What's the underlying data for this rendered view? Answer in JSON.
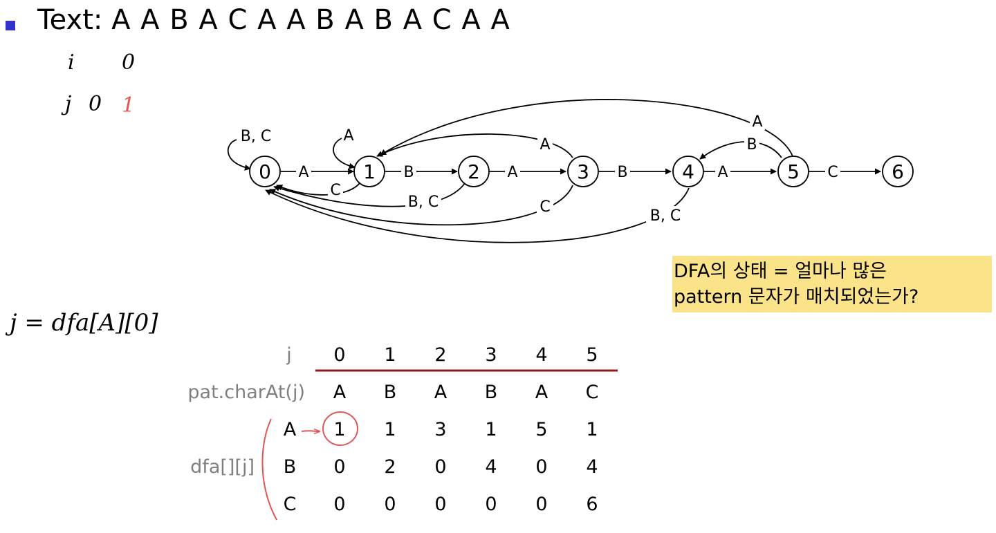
{
  "header": {
    "label": "Text:",
    "sequence": "A A B A C A A B A B A C A A"
  },
  "handwriting": {
    "i_label": "i",
    "i_value": "0",
    "j_label": "j",
    "j_value_old": "0",
    "j_value_new": "1",
    "formula": "j = dfa[A][0]"
  },
  "dfa": {
    "states": [
      "0",
      "1",
      "2",
      "3",
      "4",
      "5",
      "6"
    ],
    "edges": {
      "e01": "A",
      "e12": "B",
      "e23": "A",
      "e34": "B",
      "e45": "A",
      "e56": "C",
      "loop0": "B, C",
      "loop1": "A",
      "back10": "C",
      "back20": "B, C",
      "back30": "C",
      "back40": "B, C",
      "back31": "A",
      "back51": "A",
      "back54": "B"
    }
  },
  "callout": {
    "line1_prefix": "DFA",
    "line1_rest": "의 상태 = 얼마나 많은",
    "line2_prefix": "pattern",
    "line2_rest": " 문자가 매치되었는가?"
  },
  "table": {
    "j_label": "j",
    "j_values": [
      "0",
      "1",
      "2",
      "3",
      "4",
      "5"
    ],
    "pat_label": "pat.charAt(j)",
    "pat_values": [
      "A",
      "B",
      "A",
      "B",
      "A",
      "C"
    ],
    "dfa_label": "dfa[][j]",
    "rows": [
      {
        "char": "A",
        "values": [
          "1",
          "1",
          "3",
          "1",
          "5",
          "1"
        ]
      },
      {
        "char": "B",
        "values": [
          "0",
          "2",
          "0",
          "4",
          "0",
          "4"
        ]
      },
      {
        "char": "C",
        "values": [
          "0",
          "0",
          "0",
          "0",
          "0",
          "6"
        ]
      }
    ]
  },
  "colors": {
    "bullet": "#3333cc",
    "callout_bg": "#fbe38a",
    "rule": "#8b1a1a",
    "annotation_red": "#e05555",
    "gray_label": "#808080"
  }
}
